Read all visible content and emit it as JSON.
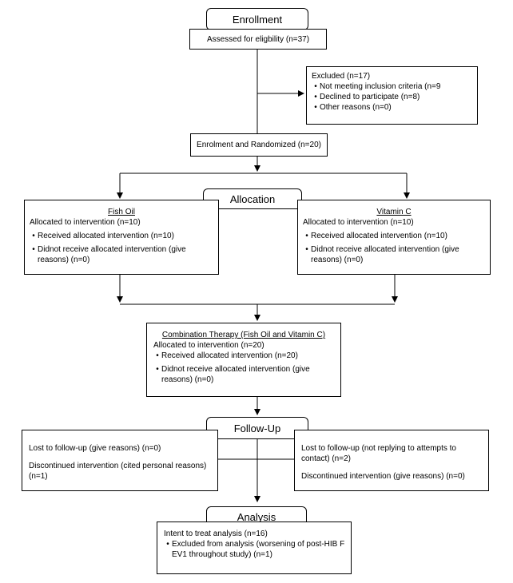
{
  "stages": {
    "enrollment": "Enrollment",
    "allocation": "Allocation",
    "followup": "Follow-Up",
    "analysis": "Analysis"
  },
  "assessed": "Assessed for eligbility (n=37)",
  "excluded": {
    "title": "Excluded (n=17)",
    "items": [
      "Not meeting inclusion criteria (n=9",
      "Declined to participate (n=8)",
      "Other reasons (n=0)"
    ]
  },
  "randomized": "Enrolment and Randomized (n=20)",
  "fish_oil": {
    "title": "Fish Oil",
    "allocated": "Allocated to intervention (n=10)",
    "received": "Received allocated intervention (n=10)",
    "not_received": "Didnot receive allocated intervention (give reasons) (n=0)"
  },
  "vitamin_c": {
    "title": "Vitamin C",
    "allocated": "Allocated to intervention (n=10)",
    "received": "Received allocated intervention (n=10)",
    "not_received": "Didnot receive allocated intervention (give reasons) (n=0)"
  },
  "combination": {
    "title": "Combination Therapy (Fish Oil and Vitamin C)",
    "allocated": "Allocated to intervention (n=20)",
    "received": "Received allocated intervention (n=20)",
    "not_received": "Didnot receive allocated intervention (give reasons) (n=0)"
  },
  "followup_left": {
    "lost": "Lost to follow-up (give reasons) (n=0)",
    "discontinued": "Discontinued intervention (cited personal reasons) (n=1)"
  },
  "followup_right": {
    "lost": "Lost to follow-up (not replying to attempts to contact) (n=2)",
    "discontinued": "Discontinued intervention (give reasons) (n=0)"
  },
  "analysis_box": {
    "itt": "Intent to treat analysis (n=16)",
    "excluded": "Excluded from analysis (worsening of post-HIB F EV1 throughout study) (n=1)"
  }
}
